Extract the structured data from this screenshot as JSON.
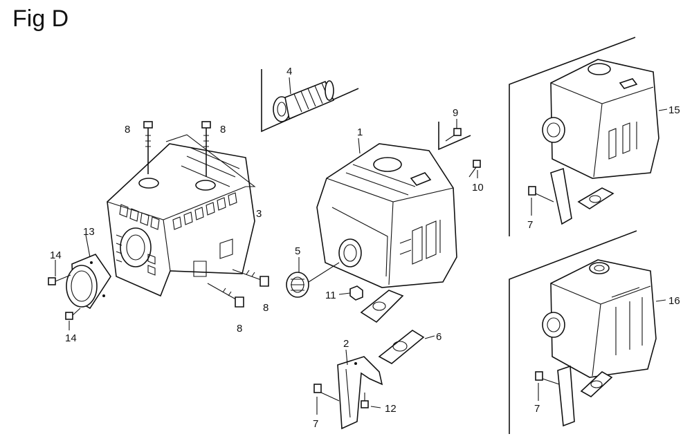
{
  "figure": {
    "title": "Fig D"
  },
  "callouts": {
    "c1": "1",
    "c2": "2",
    "c3": "3",
    "c4": "4",
    "c5": "5",
    "c6": "6",
    "c7a": "7",
    "c7b": "7",
    "c7c": "7",
    "c8a": "8",
    "c8b": "8",
    "c8c": "8",
    "c8d": "8",
    "c9": "9",
    "c10": "10",
    "c11": "11",
    "c12": "12",
    "c13": "13",
    "c14a": "14",
    "c14b": "14",
    "c15": "15",
    "c16": "16"
  }
}
